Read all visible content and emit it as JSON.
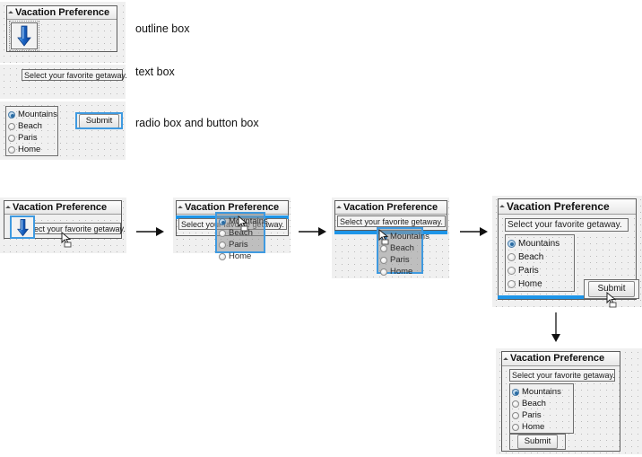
{
  "panel": {
    "title": "Vacation Preference",
    "collapse_icon": "triangle-collapse-icon"
  },
  "widgets": {
    "textbox_value": "Select your favorite getaway.",
    "button_label": "Submit",
    "arrow_icon": "blue-down-arrow-icon",
    "radio_options": [
      {
        "label": "Mountains",
        "selected": true
      },
      {
        "label": "Beach",
        "selected": false
      },
      {
        "label": "Paris",
        "selected": false
      },
      {
        "label": "Home",
        "selected": false
      }
    ]
  },
  "annotations": {
    "outline_box": "outline box",
    "text_box": "text box",
    "radio_and_button": "radio box and button box"
  },
  "flow": {
    "arrow_right_icon": "arrow-right-icon",
    "arrow_down_icon": "arrow-down-icon",
    "drag_cursor_icon": "drag-cursor-icon"
  },
  "colors": {
    "selection_blue": "#3f9ae0",
    "dropline_blue": "#1e95e8",
    "canvas_bg": "#f0f0f0",
    "panel_border": "#5c5c5c",
    "radio_selected": "#2b6ca3"
  }
}
